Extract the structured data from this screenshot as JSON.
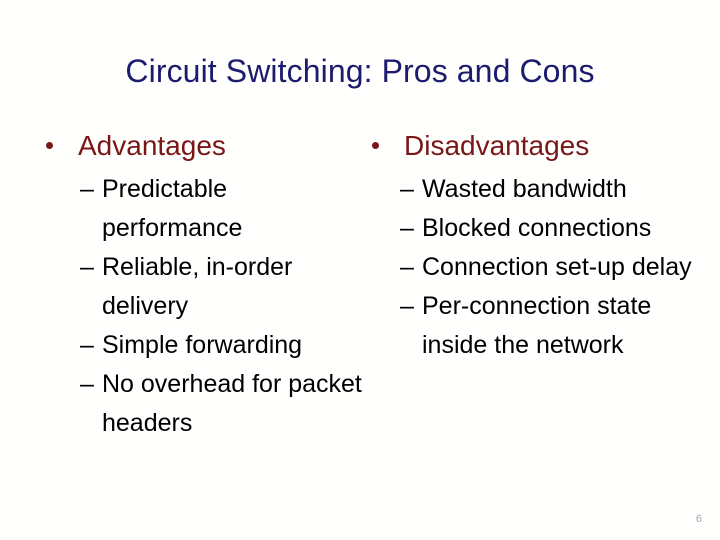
{
  "slide": {
    "title": "Circuit Switching: Pros and Cons",
    "page_number": "6",
    "colors": {
      "title": "#1c1c6e",
      "heading": "#7a1616",
      "body": "#000000",
      "page_number": "#a8a8a8",
      "background": "#fffffd"
    },
    "columns": [
      {
        "heading": "Advantages",
        "bullet_glyph": "•",
        "items": [
          {
            "dash": "–",
            "text": "Predictable performance"
          },
          {
            "dash": "–",
            "text": "Reliable, in-order delivery"
          },
          {
            "dash": "–",
            "text": "Simple forwarding"
          },
          {
            "dash": "–",
            "text": "No overhead for packet headers"
          }
        ]
      },
      {
        "heading": "Disadvantages",
        "bullet_glyph": "•",
        "items": [
          {
            "dash": "–",
            "text": "Wasted bandwidth"
          },
          {
            "dash": "–",
            "text": "Blocked connections"
          },
          {
            "dash": "–",
            "text": "Connection set-up delay"
          },
          {
            "dash": "–",
            "text": "Per-connection state inside the network"
          }
        ]
      }
    ]
  }
}
